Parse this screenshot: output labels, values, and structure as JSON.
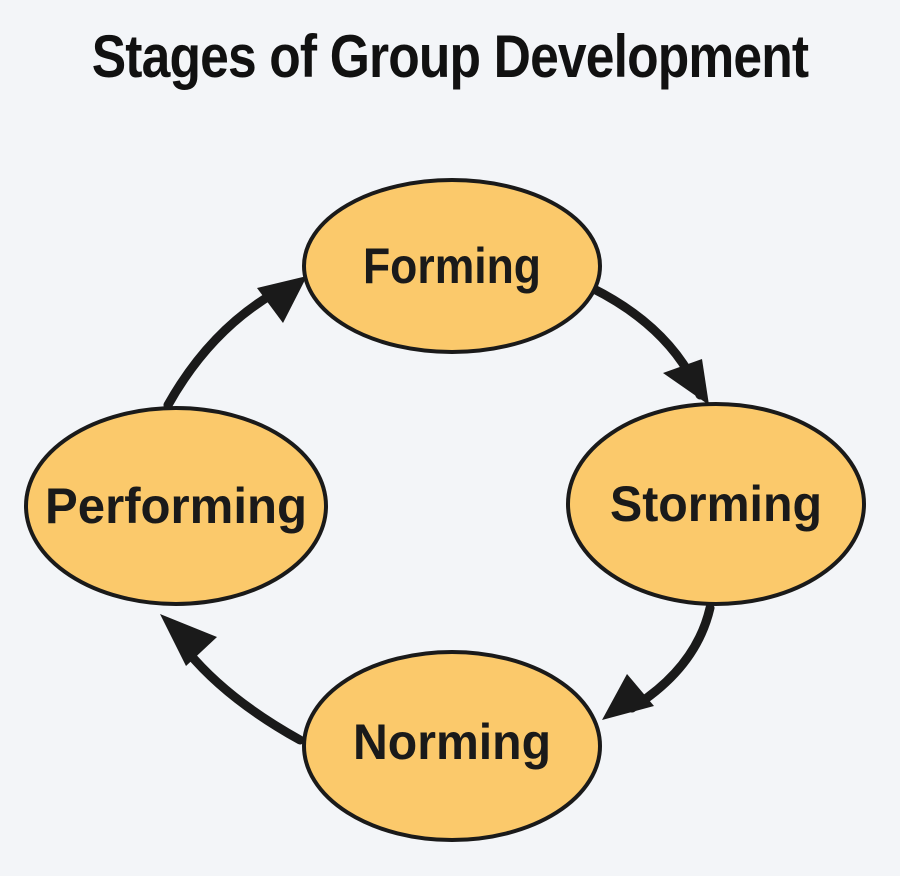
{
  "title": "Stages of Group Development",
  "colors": {
    "background": "#f3f5f8",
    "stage_fill": "#fbc96b",
    "stroke": "#1a1a1a"
  },
  "stages": [
    {
      "label": "Forming"
    },
    {
      "label": "Storming"
    },
    {
      "label": "Norming"
    },
    {
      "label": "Performing"
    }
  ]
}
